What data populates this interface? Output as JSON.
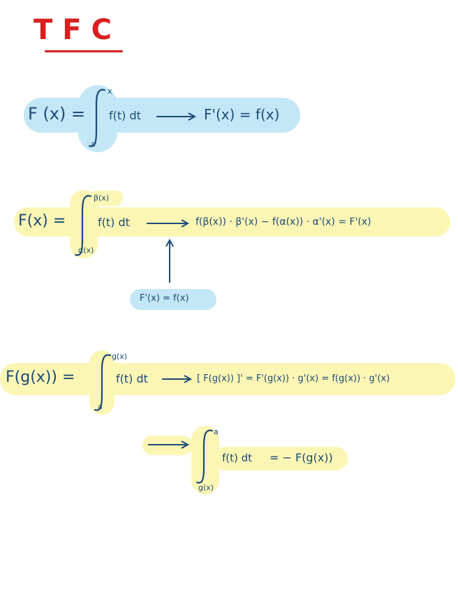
{
  "title": "TFC",
  "colors": {
    "ink": "#1d4a78",
    "title": "#d8201f",
    "highlight_yellow": "#fbf6b4",
    "highlight_blue": "#c3e7f6"
  },
  "eq1": {
    "lhs": "F (x) =",
    "upper": "x",
    "lower": "a",
    "integrand": "f(t) dt",
    "rhs": "F'(x) = f(x)"
  },
  "eq2": {
    "lhs": "F(x) =",
    "upper": "β(x)",
    "lower": "α(x)",
    "integrand": "f(t) dt",
    "rhs": "f(β(x)) · β'(x) − f(α(x)) · α'(x) = F'(x)",
    "note": "F'(x) = f(x)"
  },
  "eq3": {
    "lhs": "F(g(x)) =",
    "upper": "g(x)",
    "lower": "a",
    "integrand": "f(t) dt",
    "rhs": "[ F(g(x)) ]' = F'(g(x)) · g'(x) = f(g(x)) · g'(x)"
  },
  "eq4": {
    "upper": "a",
    "lower": "g(x)",
    "integrand": "f(t) dt",
    "rhs": "= − F(g(x))"
  }
}
